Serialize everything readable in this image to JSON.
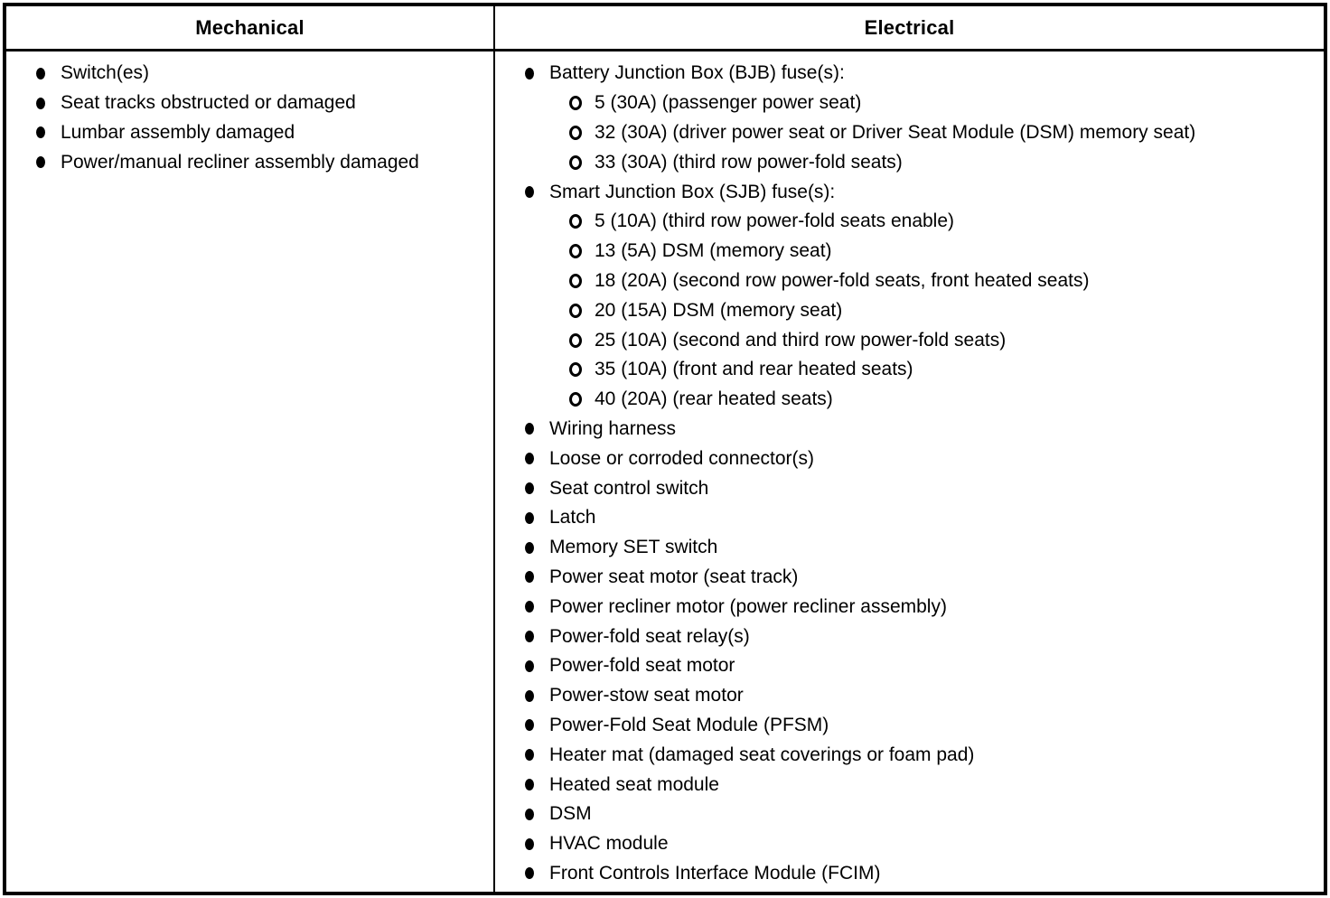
{
  "colors": {
    "text": "#000000",
    "background": "#ffffff",
    "border": "#000000"
  },
  "table": {
    "columns": [
      {
        "header": "Mechanical",
        "items": [
          {
            "text": "Switch(es)",
            "sub": []
          },
          {
            "text": "Seat tracks obstructed or damaged",
            "sub": []
          },
          {
            "text": "Lumbar assembly damaged",
            "sub": []
          },
          {
            "text": "Power/manual recliner assembly damaged",
            "sub": []
          }
        ]
      },
      {
        "header": "Electrical",
        "items": [
          {
            "text": "Battery Junction Box (BJB) fuse(s):",
            "sub": [
              "5 (30A) (passenger power seat)",
              "32 (30A) (driver power seat or Driver Seat Module (DSM) memory seat)",
              "33 (30A) (third row power-fold seats)"
            ]
          },
          {
            "text": "Smart Junction Box (SJB) fuse(s):",
            "sub": [
              "5 (10A) (third row power-fold seats enable)",
              "13 (5A) DSM (memory seat)",
              "18 (20A) (second row power-fold seats, front heated seats)",
              "20 (15A) DSM (memory seat)",
              "25 (10A) (second and third row power-fold seats)",
              "35 (10A) (front and rear heated seats)",
              "40 (20A) (rear heated seats)"
            ]
          },
          {
            "text": "Wiring harness",
            "sub": []
          },
          {
            "text": "Loose or corroded connector(s)",
            "sub": []
          },
          {
            "text": "Seat control switch",
            "sub": []
          },
          {
            "text": "Latch",
            "sub": []
          },
          {
            "text": "Memory SET switch",
            "sub": []
          },
          {
            "text": "Power seat motor (seat track)",
            "sub": []
          },
          {
            "text": "Power recliner motor (power recliner assembly)",
            "sub": []
          },
          {
            "text": "Power-fold seat relay(s)",
            "sub": []
          },
          {
            "text": "Power-fold seat motor",
            "sub": []
          },
          {
            "text": "Power-stow seat motor",
            "sub": []
          },
          {
            "text": "Power-Fold Seat Module (PFSM)",
            "sub": []
          },
          {
            "text": "Heater mat (damaged seat coverings or foam pad)",
            "sub": []
          },
          {
            "text": "Heated seat module",
            "sub": []
          },
          {
            "text": "DSM",
            "sub": []
          },
          {
            "text": "HVAC module",
            "sub": []
          },
          {
            "text": "Front Controls Interface Module (FCIM)",
            "sub": []
          }
        ]
      }
    ]
  }
}
